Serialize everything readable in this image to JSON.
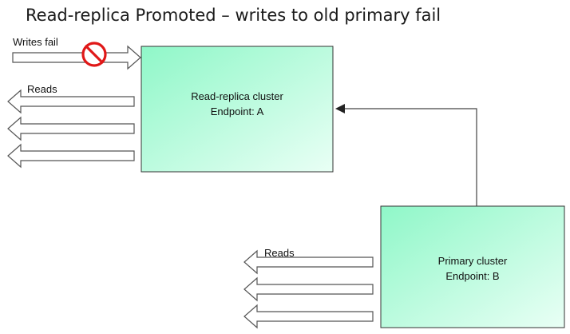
{
  "title": "Read-replica Promoted – writes to old primary fail",
  "replica_cluster": {
    "name": "Read-replica cluster",
    "endpoint": "Endpoint: A"
  },
  "primary_cluster": {
    "name": "Primary cluster",
    "endpoint": "Endpoint: B"
  },
  "labels": {
    "writes_fail": "Writes fail",
    "reads_replica": "Reads",
    "reads_primary": "Reads"
  },
  "icons": {
    "blocked": "no-entry-icon"
  },
  "colors": {
    "box_fill_top": "#8ff7c8",
    "box_fill_bottom": "#e9fff5",
    "box_stroke": "#333333",
    "arrow_fill": "#ffffff",
    "arrow_stroke": "#555555",
    "blocked_red": "#e01818"
  }
}
